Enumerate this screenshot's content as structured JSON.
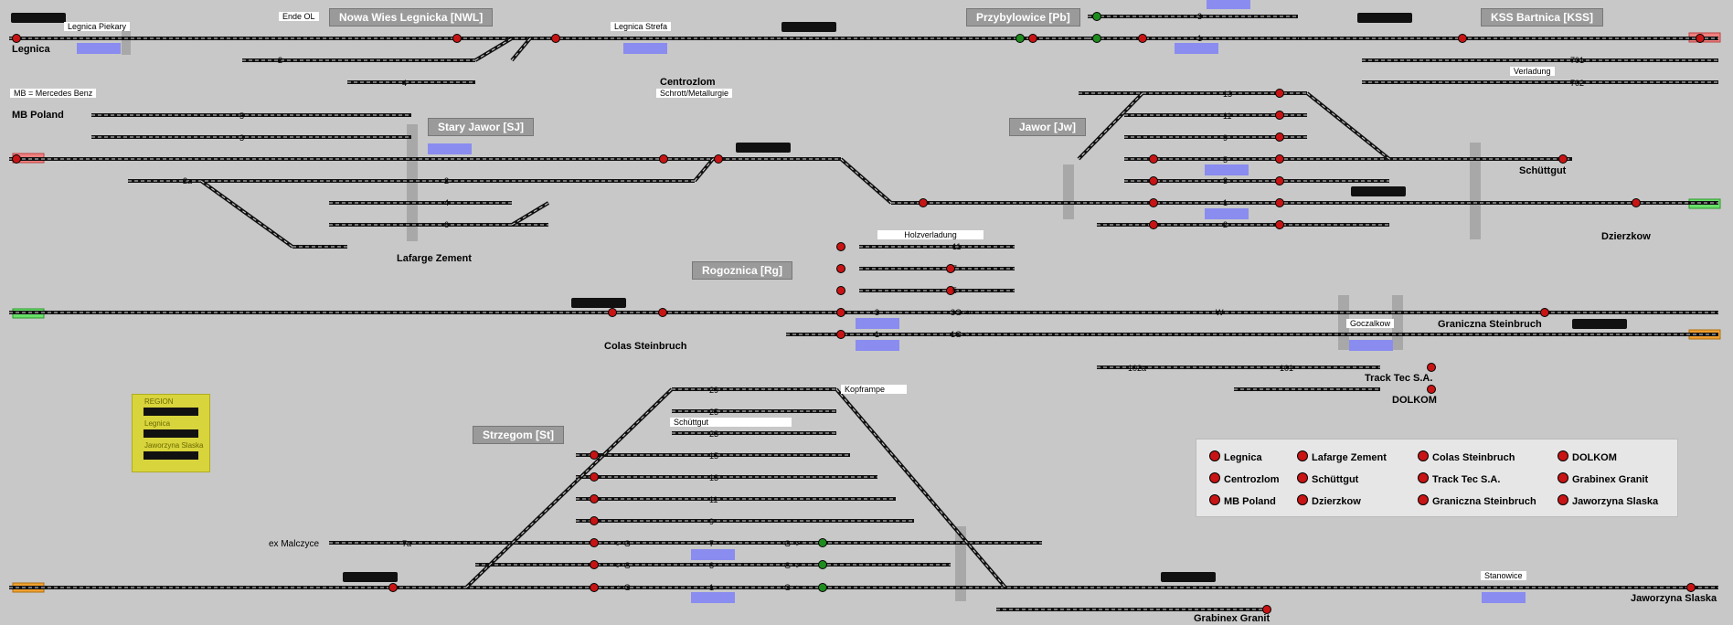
{
  "stations": [
    {
      "id": "nwl",
      "label": "Nowa Wies Legnicka [NWL]"
    },
    {
      "id": "pb",
      "label": "Przybylowice [Pb]"
    },
    {
      "id": "kss",
      "label": "KSS Bartnica [KSS]"
    },
    {
      "id": "sj",
      "label": "Stary Jawor [SJ]"
    },
    {
      "id": "jw",
      "label": "Jawor [Jw]"
    },
    {
      "id": "rg",
      "label": "Rogoznica [Rg]"
    },
    {
      "id": "st",
      "label": "Strzegom [St]"
    }
  ],
  "places": {
    "legnica": "Legnica",
    "mb_poland": "MB Poland",
    "mb_note": "MB = Mercedes Benz",
    "legnica_piekary": "Legnica Piekary",
    "ende_ol": "Ende OL",
    "legnica_strefa": "Legnica Strefa",
    "centrozlom": "Centrozlom",
    "schrott": "Schrott/Metallurgie",
    "verladung": "Verladung",
    "schuttgut1": "Schüttgut",
    "dzierzkow": "Dzierzkow",
    "lafarge": "Lafarge Zement",
    "holzverladung": "Holzverladung",
    "colas": "Colas Steinbruch",
    "goczalkow": "Goczalkow",
    "graniczna": "Graniczna Steinbruch",
    "tracktec": "Track Tec S.A.",
    "dolkom": "DOLKOM",
    "kopframpe": "Kopframpe",
    "schuttgut2": "Schüttgut",
    "ex_malczyce": "ex Malczyce",
    "stanowice": "Stanowice",
    "jaworzyna": "Jaworzyna Slaska",
    "grabinex": "Grabinex Granit"
  },
  "tracks": {
    "nwl2": "2",
    "nwl4": "4",
    "sj5": "5",
    "sj3": "3",
    "sj2a": "2a",
    "lower2": "2",
    "lower4": "4",
    "lower6": "6",
    "pb3": "3",
    "pb1": "1",
    "kss701": "701",
    "kss702": "702",
    "jw13": "13",
    "jw11": "11",
    "jw9": "9",
    "jw5": "5",
    "jw3": "3",
    "jw1": "1",
    "jw2": "2",
    "rg11": "11",
    "rg7": "7",
    "rg5": "5",
    "rg3": "3",
    "rg3g": "3G ->",
    "rg1": "1",
    "rg1g": "1G ->",
    "w": "W",
    "t102a": "102a",
    "t101": "101",
    "st29": "29",
    "st25": "25",
    "st23": "23",
    "st15": "15",
    "st13": "13",
    "st11": "11",
    "st9": "9",
    "st7a": "7a",
    "st7": "7",
    "st3": "3",
    "st1": "1",
    "g_left": "<- G",
    "g_right": "G ->"
  },
  "legend": [
    "Legnica",
    "Lafarge Zement",
    "Colas Steinbruch",
    "DOLKOM",
    "Centrozlom",
    "Schüttgut",
    "Track Tec S.A.",
    "Grabinex Granit",
    "MB Poland",
    "Dzierzkow",
    "Graniczna Steinbruch",
    "Jaworzyna Slaska"
  ],
  "region": {
    "title": "REGION",
    "item1": "Legnica",
    "item2": "Jaworzyna Slaska"
  },
  "colors": {
    "background": "#c8c8c8",
    "signal_red": "#c81414",
    "signal_green": "#1e8c1e",
    "occupied_blue": "#8a8cf0",
    "exit_red": "#f08080",
    "exit_green": "#6ae06a",
    "exit_orange": "#f0a030",
    "region_box": "#d8d43c"
  }
}
